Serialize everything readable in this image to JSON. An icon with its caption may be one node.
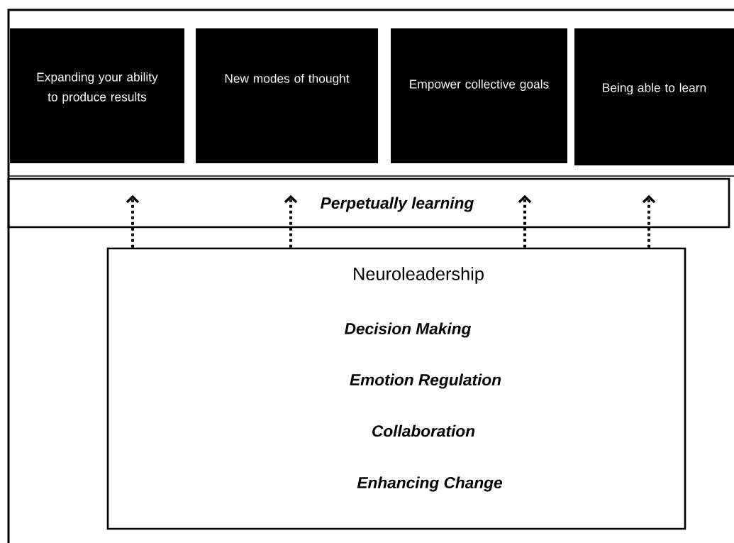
{
  "diagram": {
    "nodes": [
      {
        "text": [
          "Expanding your ability to produce results"
        ]
      },
      {
        "text": [
          "New modes of thought"
        ]
      },
      {
        "text": [
          "Empower collective goals"
        ]
      },
      {
        "text": [
          "Being able to learn"
        ]
      },
      {
        "text": [
          "Perpetually learning"
        ]
      },
      {
        "text": [
          "Neuroleadership",
          "Decision Making",
          "Emotion Regulation",
          "Collaboration",
          "Enhancing Change"
        ]
      }
    ],
    "edges": [
      {
        "from": 5,
        "to": 4,
        "arrow": "to",
        "style": "dashed"
      },
      {
        "from": 5,
        "to": 4,
        "arrow": "to",
        "style": "dashed"
      },
      {
        "from": 5,
        "to": 4,
        "arrow": "to",
        "style": "dashed"
      },
      {
        "from": 5,
        "to": 4,
        "arrow": "to",
        "style": "dashed"
      }
    ]
  }
}
